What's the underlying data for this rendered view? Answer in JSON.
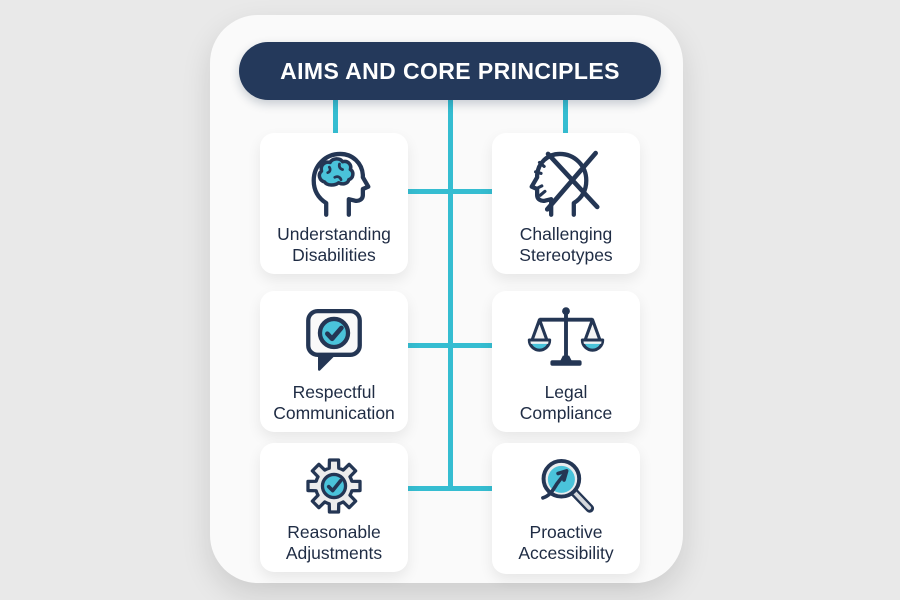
{
  "title": {
    "text": "AIMS AND CORE PRINCIPLES"
  },
  "colors": {
    "navy": "#24395b",
    "teal_line": "#35bdd1",
    "teal_fill": "#4ac3da",
    "label_text": "#1f2c44",
    "page_background": "#e9e9e9",
    "panel_background": "#fafafa",
    "card_background": "#ffffff"
  },
  "cards": [
    {
      "id": "understanding-disabilities",
      "label": "Understanding Disabilities",
      "icon": "head-brain-icon"
    },
    {
      "id": "challenging-stereotypes",
      "label": "Challenging Stereotypes",
      "icon": "crossed-out-head-icon"
    },
    {
      "id": "respectful-communication",
      "label": "Respectful Communication",
      "icon": "speech-bubble-check-icon"
    },
    {
      "id": "legal-compliance",
      "label": "Legal Compliance",
      "icon": "scales-of-justice-icon"
    },
    {
      "id": "reasonable-adjustments",
      "label": "Reasonable Adjustments",
      "icon": "gear-check-icon"
    },
    {
      "id": "proactive-accessibility",
      "label": "Proactive Accessibility",
      "icon": "magnifier-arrow-icon"
    }
  ]
}
